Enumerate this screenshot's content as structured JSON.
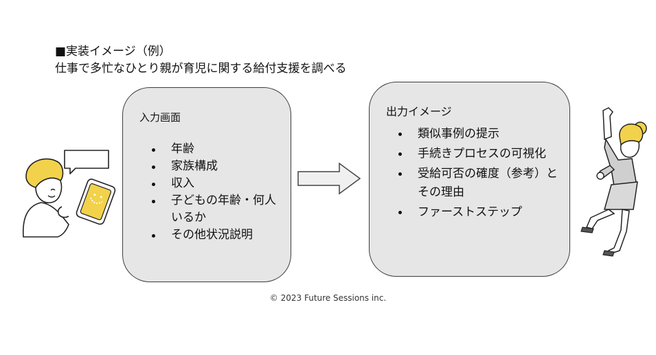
{
  "header": {
    "line1": "■実装イメージ（例）",
    "line2": "仕事で多忙なひとり親が育児に関する給付支援を調べる"
  },
  "input_panel": {
    "title": "入力画面",
    "items": [
      "年齢",
      "家族構成",
      "収入",
      "子どもの年齢・何人いるか",
      "その他状況説明"
    ]
  },
  "output_panel": {
    "title": "出力イメージ",
    "items": [
      "類似事例の提示",
      "手続きプロセスの可視化",
      "受給可否の確度（参考）とその理由",
      "ファーストステップ"
    ]
  },
  "footer": {
    "copyright": "© 2023 Future Sessions inc."
  },
  "colors": {
    "panel_fill": "#e6e6e6",
    "accent_yellow": "#f2d24b",
    "arrow_fill": "#f0f0f0"
  },
  "icons": [
    "person-with-tablet-illustration",
    "cheering-person-illustration",
    "right-arrow"
  ]
}
